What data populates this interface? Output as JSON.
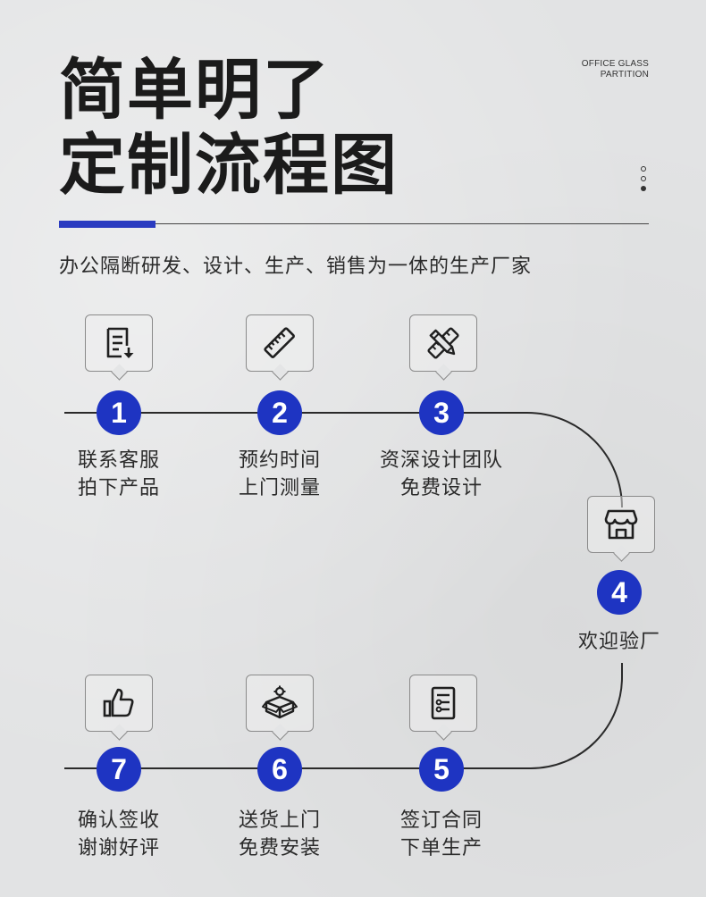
{
  "header": {
    "title_line1": "简单明了",
    "title_line2": "定制流程图",
    "brand_line1": "OFFICE GLASS",
    "brand_line2": "PARTITION",
    "subtitle": "办公隔断研发、设计、生产、销售为一体的生产厂家"
  },
  "colors": {
    "accent": "#1e34c2",
    "line": "#2a2a2a",
    "background": "#e2e3e4"
  },
  "steps": [
    {
      "number": "1",
      "icon": "document-download-icon",
      "line1": "联系客服",
      "line2": "拍下产品"
    },
    {
      "number": "2",
      "icon": "ruler-icon",
      "line1": "预约时间",
      "line2": "上门测量"
    },
    {
      "number": "3",
      "icon": "pencil-ruler-icon",
      "line1": "资深设计团队",
      "line2": "免费设计"
    },
    {
      "number": "4",
      "icon": "storefront-icon",
      "line1": "欢迎验厂",
      "line2": ""
    },
    {
      "number": "5",
      "icon": "contract-icon",
      "line1": "签订合同",
      "line2": "下单生产"
    },
    {
      "number": "6",
      "icon": "package-icon",
      "line1": "送货上门",
      "line2": "免费安装"
    },
    {
      "number": "7",
      "icon": "thumbs-up-icon",
      "line1": "确认签收",
      "line2": "谢谢好评"
    }
  ]
}
